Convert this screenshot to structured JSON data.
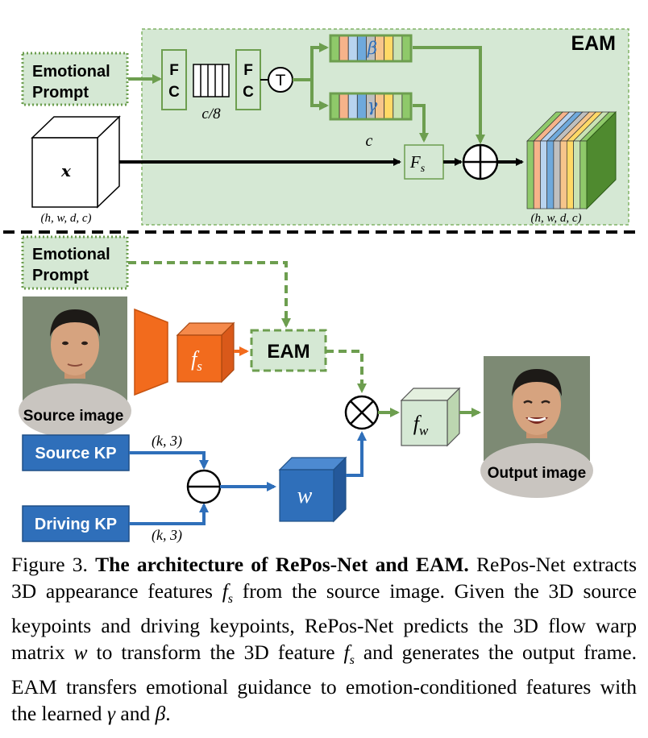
{
  "eam": {
    "title": "EAM",
    "emotional_prompt": [
      "Emotional",
      "Prompt"
    ],
    "fc_letters": [
      "F",
      "C"
    ],
    "fc_letters_2": [
      "F",
      "C"
    ],
    "bottleneck_label": "c/8",
    "t_symbol": "T",
    "beta": "β",
    "gamma": "γ",
    "c_label": "c",
    "x_label": "x",
    "fs_label": "F",
    "fs_sub": "s",
    "x_dim": "(h, w, d, c)",
    "out_dim": "(h, w, d, c)",
    "plus_symbol": "⊕"
  },
  "repos": {
    "emotional_prompt": [
      "Emotional",
      "Prompt"
    ],
    "source_image_label": "Source image",
    "fs_label": "f",
    "fs_sub": "s",
    "eam_label": "EAM",
    "fw_label": "f",
    "fw_sub": "w",
    "output_image_label": "Output image",
    "source_kp": "Source KP",
    "driving_kp": "Driving KP",
    "kp_dim_top": "(k, 3)",
    "kp_dim_bottom": "(k, 3)",
    "w_label": "w"
  },
  "colors": {
    "green_fill": "#d5e8d4",
    "green_stroke": "#82b366",
    "green_dark": "#6d9e4f",
    "blue": "#2f6fba",
    "orange": "#f26b1d"
  },
  "stripe_colors": [
    "#8fc96a",
    "#f6b38a",
    "#b8d3ef",
    "#6fa9dc",
    "#bfbfbf",
    "#f6c58b",
    "#ffd966",
    "#c9e2b3",
    "#8fc96a"
  ],
  "caption": {
    "lead": "Figure 3.",
    "bold": "The architecture of RePos-Net and EAM.",
    "text": "RePos-Net extracts 3D appearance features f_s from the source image. Given the 3D source keypoints and driving keypoints, RePos-Net predicts the 3D flow warp matrix w to transform the 3D feature f_s and generates the output frame. EAM transfers emotional guidance to emotion-conditioned features with the learned γ and β."
  }
}
